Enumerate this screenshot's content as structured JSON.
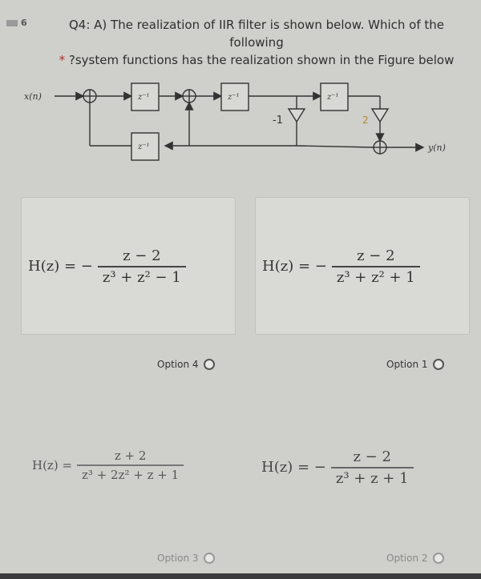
{
  "question": {
    "number": "6",
    "line1": "Q4: A) The realization of IIR filter is shown below. Which of the following",
    "line2_star": "*",
    "line2": "?system functions has the realization shown in the Figure below"
  },
  "diagram": {
    "input_label": "x(n)",
    "output_label": "y(n)",
    "delay_label": "z⁻¹",
    "gain_1": "-1",
    "gain_2": "2"
  },
  "options": [
    {
      "id": "option4",
      "label": "Option 4",
      "lhs": "H(z) = −",
      "numerator": "z − 2",
      "denominator": "z³ + z² − 1"
    },
    {
      "id": "option1",
      "label": "Option 1",
      "lhs": "H(z) = −",
      "numerator": "z − 2",
      "denominator": "z³ + z² + 1"
    },
    {
      "id": "option3",
      "label": "Option 3",
      "lhs": "H(z) =",
      "numerator": "z + 2",
      "denominator": "z³ + 2z² + z + 1"
    },
    {
      "id": "option2",
      "label": "Option 2",
      "lhs": "H(z) = −",
      "numerator": "z − 2",
      "denominator": "z³ + z + 1"
    }
  ]
}
